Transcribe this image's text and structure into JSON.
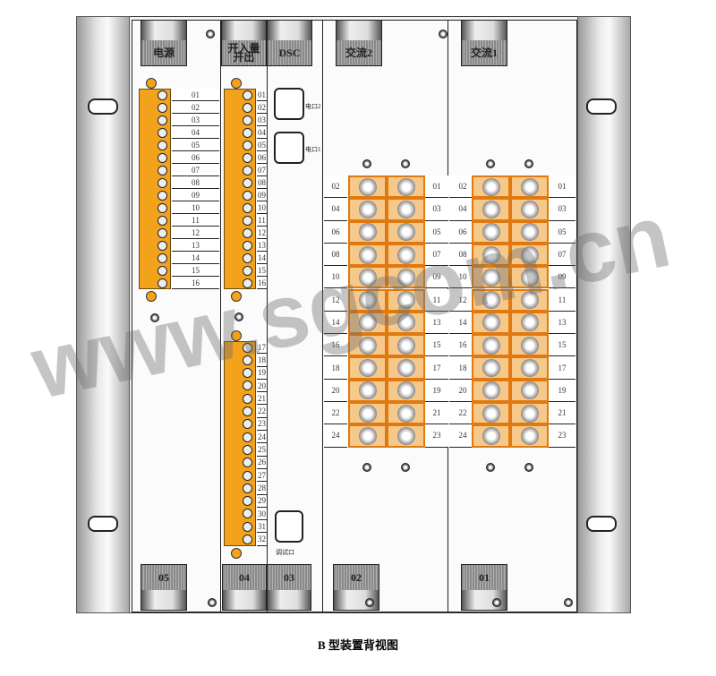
{
  "slots": [
    {
      "top_label": "电源",
      "bottom_label": "05"
    },
    {
      "top_label": "开入量 开出",
      "bottom_label": "04"
    },
    {
      "top_label": "DSC",
      "bottom_label": "03"
    },
    {
      "top_label": "交流2",
      "bottom_label": "02"
    },
    {
      "top_label": "交流1",
      "bottom_label": "01"
    }
  ],
  "power_terminals": [
    "01",
    "02",
    "03",
    "04",
    "05",
    "06",
    "07",
    "08",
    "09",
    "10",
    "11",
    "12",
    "13",
    "14",
    "15",
    "16"
  ],
  "io_terminals_upper": [
    "01",
    "02",
    "03",
    "04",
    "05",
    "06",
    "07",
    "08",
    "09",
    "10",
    "11",
    "12",
    "13",
    "14",
    "15",
    "16"
  ],
  "io_terminals_lower": [
    "17",
    "18",
    "19",
    "20",
    "21",
    "22",
    "23",
    "24",
    "25",
    "26",
    "27",
    "28",
    "29",
    "30",
    "31",
    "32"
  ],
  "ports": {
    "eth2": "电口2",
    "eth1": "电口1",
    "debug": "调试口"
  },
  "ac_left": [
    "02",
    "04",
    "06",
    "08",
    "10",
    "12",
    "14",
    "16",
    "18",
    "20",
    "22",
    "24"
  ],
  "ac_right": [
    "01",
    "03",
    "05",
    "07",
    "09",
    "11",
    "13",
    "15",
    "17",
    "19",
    "21",
    "23"
  ],
  "watermark": "www.sgcom.cn",
  "caption": "B 型装置背视图"
}
